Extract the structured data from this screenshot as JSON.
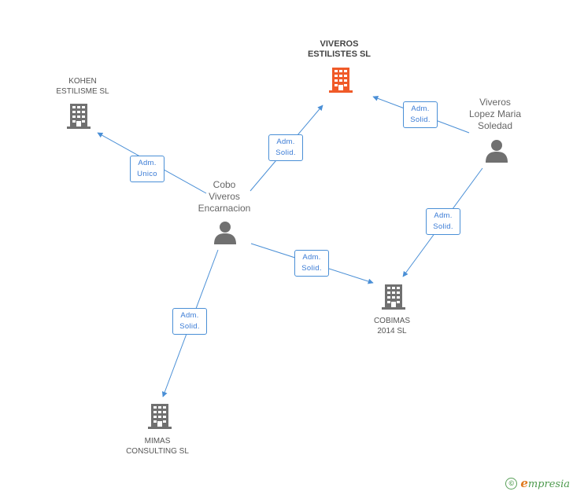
{
  "colors": {
    "edge": "#4a8fd6",
    "building": "#707070",
    "building_highlight": "#f05a28",
    "person": "#707070"
  },
  "nodes": {
    "viveros_estilistes": {
      "label": "VIVEROS\nESTILISTES SL",
      "icon": "building-icon"
    },
    "kohen": {
      "label": "KOHEN\nESTILISME SL",
      "icon": "building-icon"
    },
    "viveros_lopez": {
      "label": "Viveros\nLopez Maria\nSoledad",
      "icon": "person-icon"
    },
    "cobo": {
      "label": "Cobo\nViveros\nEncarnacion",
      "icon": "person-icon"
    },
    "cobimas": {
      "label": "COBIMAS\n2014  SL",
      "icon": "building-icon"
    },
    "mimas": {
      "label": "MIMAS\nCONSULTING SL",
      "icon": "building-icon"
    }
  },
  "edges": {
    "cobo_kohen": {
      "line1": "Adm.",
      "line2": "Unico"
    },
    "cobo_viveros": {
      "line1": "Adm.",
      "line2": "Solid."
    },
    "lopez_viveros": {
      "line1": "Adm.",
      "line2": "Solid."
    },
    "lopez_cobimas": {
      "line1": "Adm.",
      "line2": "Solid."
    },
    "cobo_cobimas": {
      "line1": "Adm.",
      "line2": "Solid."
    },
    "cobo_mimas": {
      "line1": "Adm.",
      "line2": "Solid."
    }
  },
  "footer": {
    "copyright_symbol": "©",
    "brand_initial": "e",
    "brand_rest": "mpresia"
  }
}
